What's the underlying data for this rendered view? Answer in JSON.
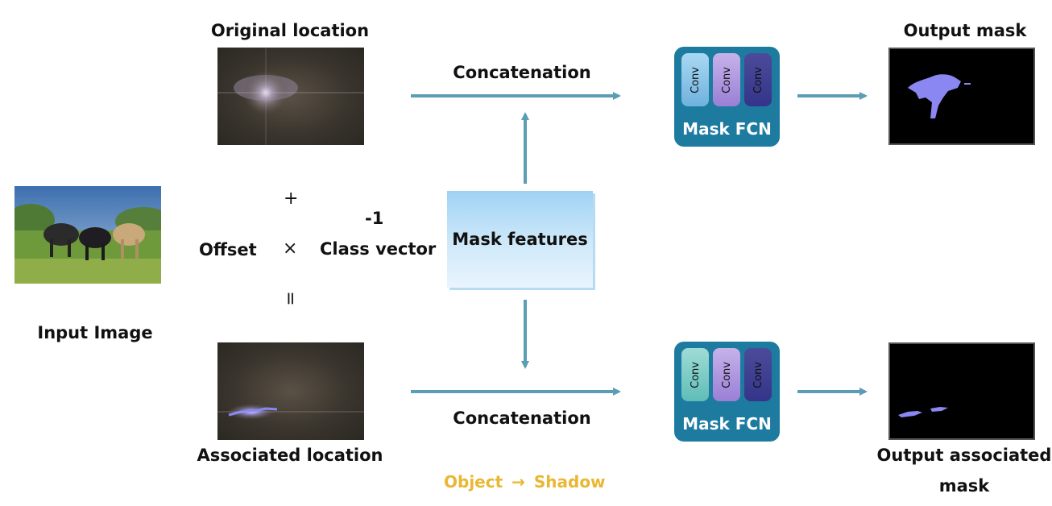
{
  "input": {
    "label": "Input Image"
  },
  "top": {
    "location_label": "Original location",
    "concat_label": "Concatenation",
    "fcn_title": "Mask FCN",
    "conv_labels": [
      "Conv",
      "Conv",
      "Conv"
    ],
    "output_label": "Output mask"
  },
  "bottom": {
    "location_label": "Associated location",
    "concat_label": "Concatenation",
    "fcn_title": "Mask FCN",
    "conv_labels": [
      "Conv",
      "Conv",
      "Conv"
    ],
    "output_label_line1": "Output associated",
    "output_label_line2": "mask"
  },
  "operation": {
    "plus": "+",
    "times": "×",
    "equals": "=",
    "offset_label": "Offset",
    "exponent": "-1",
    "class_vector_label": "Class vector"
  },
  "mask_features": {
    "label": "Mask features"
  },
  "legend": {
    "object": "Object",
    "arrow": "→",
    "shadow": "Shadow"
  },
  "colors": {
    "arrow": "#5b9db5",
    "fcn_box": "#1e7ba0",
    "legend": "#e9b731",
    "mask_purple": "#8a87f3"
  }
}
